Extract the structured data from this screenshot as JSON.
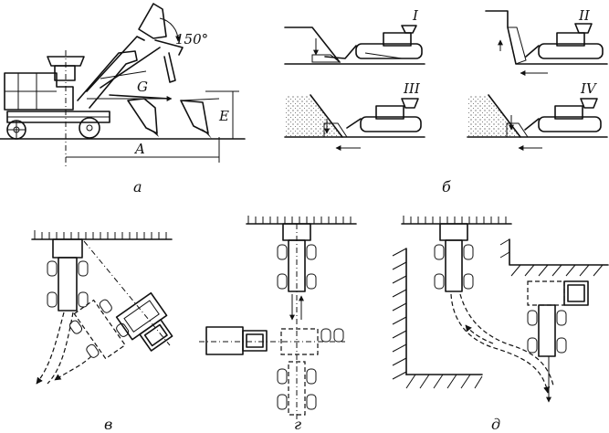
{
  "panels": {
    "a": {
      "caption": "а",
      "angle_label": "150°",
      "dim_g": "G",
      "dim_a": "A",
      "dim_e": "E"
    },
    "b": {
      "caption": "б",
      "stages": [
        "I",
        "II",
        "III",
        "IV"
      ]
    },
    "v": {
      "caption": "в"
    },
    "g": {
      "caption": "г"
    },
    "d": {
      "caption": "д"
    }
  }
}
